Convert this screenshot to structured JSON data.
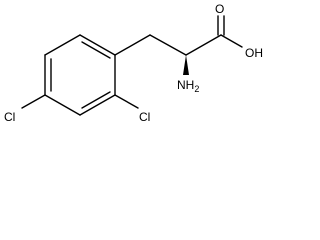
{
  "molecule": {
    "atoms": {
      "cl_para": "Cl",
      "cl_ortho": "Cl",
      "oxygen_carbonyl": "O",
      "hydroxyl": "OH",
      "amine": "NH",
      "amine_subscript": "2"
    },
    "colors": {
      "bond": "#000000",
      "label": "#000000",
      "background": "#ffffff"
    }
  }
}
